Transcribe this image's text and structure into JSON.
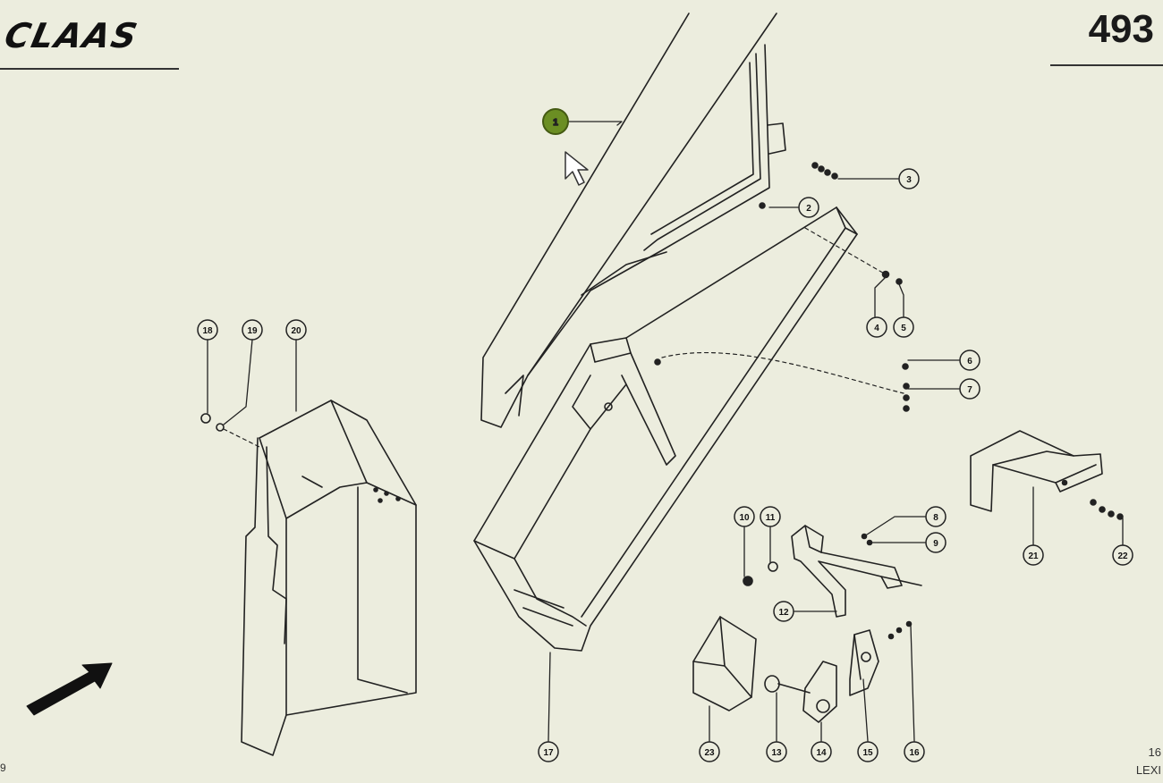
{
  "header": {
    "brand": "CLAAS",
    "page_number": "493"
  },
  "footer": {
    "right_top": "16",
    "right_bottom": "LEXI",
    "left": "9"
  },
  "callouts": [
    "1",
    "2",
    "3",
    "4",
    "5",
    "6",
    "7",
    "8",
    "9",
    "10",
    "11",
    "12",
    "13",
    "14",
    "15",
    "16",
    "17",
    "18",
    "19",
    "20",
    "21",
    "22",
    "23"
  ],
  "colors": {
    "background": "#ecedde",
    "line": "#222222",
    "highlight": "#6b8e23"
  },
  "icons": [
    "cursor-icon",
    "direction-arrow-icon"
  ]
}
